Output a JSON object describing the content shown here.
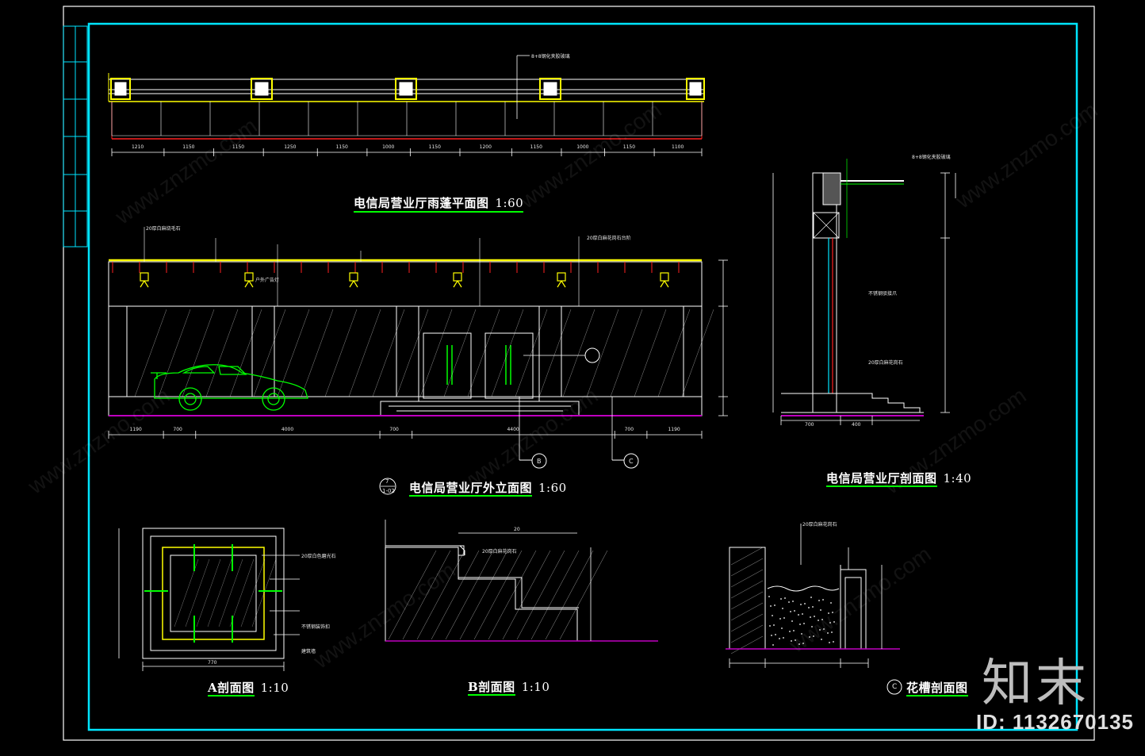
{
  "titles": {
    "canopy_plan": "电信局营业厅雨蓬平面图",
    "canopy_plan_scale": "1:60",
    "elevation": "电信局营业厅外立面图",
    "elevation_scale": "1:60",
    "section_main": "电信局营业厅剖面图",
    "section_main_scale": "1:40",
    "section_a": "A剖面图",
    "section_a_scale": "1:10",
    "section_b": "B剖面图",
    "section_b_scale": "1:10",
    "section_c": "花槽剖面图"
  },
  "markers": {
    "elevation_ref_top": "7",
    "elevation_ref_bottom": "1-02",
    "cut_b": "B",
    "cut_c": "C",
    "c_circle": "C"
  },
  "branding": {
    "logo_text": "知末",
    "id_text": "ID: 1132670135",
    "watermark": "www.znzmo.com"
  },
  "notes": {
    "canopy_glass": "8+8钢化夹胶玻璃",
    "stone_1": "20厚白麻烧毛石",
    "stone_2": "20厚白麻花岗石台阶",
    "lamp": "户外广告灯",
    "section_glass": "8+8钢化夹胶玻璃",
    "section_steel": "不锈钢驳接爪",
    "section_stone": "20厚白麻花岗石",
    "a_note_1": "20厚白色磨光石",
    "a_note_2": "不锈钢装饰扣",
    "a_note_3": "建筑墙",
    "b_note": "20厚白麻花岗石",
    "c_note": "20厚白麻花岗石"
  },
  "dims": {
    "canopy": [
      "1210",
      "1150",
      "1150",
      "1250",
      "1150",
      "1000",
      "1150",
      "1200",
      "1150",
      "1000",
      "1150",
      "1100"
    ],
    "elevation": [
      "1190",
      "700",
      "4000",
      "700",
      "4400",
      "700",
      "1190"
    ],
    "section": [
      "700",
      "400"
    ],
    "a_width": "770",
    "b_width": "20"
  },
  "colors": {
    "frame": "#00e5ff",
    "line_white": "#ffffff",
    "green": "#00ff00",
    "yellow": "#ffff00",
    "red": "#ff2020",
    "magenta": "#c000c0"
  }
}
